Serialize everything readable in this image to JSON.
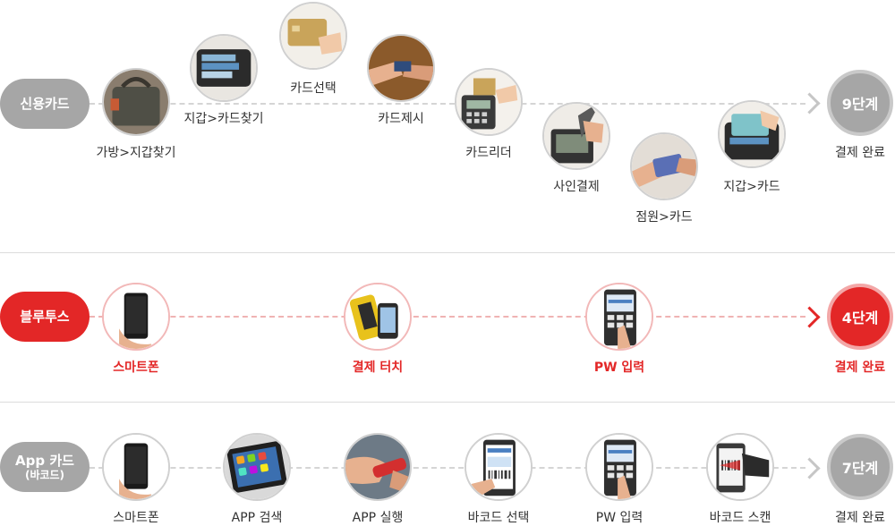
{
  "rows": [
    {
      "pill": "신용카드",
      "steps": [
        "가방>지갑찾기",
        "지갑>카드찾기",
        "카드선택",
        "카드제시",
        "카드리더",
        "사인결제",
        "점원>카드",
        "지갑>카드"
      ],
      "final": "9단계",
      "final_label": "결제 완료"
    },
    {
      "pill": "블루투스",
      "steps": [
        "스마트폰",
        "결제 터치",
        "PW 입력"
      ],
      "final": "4단계",
      "final_label": "결제 완료"
    },
    {
      "pill": "App 카드",
      "pill_sub": "(바코드)",
      "steps": [
        "스마트폰",
        "APP 검색",
        "APP 실행",
        "바코드 선택",
        "PW 입력",
        "바코드 스캔"
      ],
      "final": "7단계",
      "final_label": "결제 완료"
    }
  ],
  "colors": {
    "accent_red": "#e32727",
    "pill_gray": "#a6a6a6",
    "line_gray": "#d5d5d5"
  },
  "icons": {
    "row1": [
      "bag-wallet-photo",
      "wallet-cards-photo",
      "gold-card-photo",
      "card-handover-photo",
      "card-reader-photo",
      "signature-pen-photo",
      "card-clerk-photo",
      "wallet-card-photo"
    ],
    "row2": [
      "smartphone-icon",
      "phone-touch-icon",
      "pw-keypad-icon"
    ],
    "row3": [
      "smartphone-icon",
      "app-search-icon",
      "app-launch-icon",
      "barcode-select-icon",
      "pw-keypad-icon",
      "barcode-scan-icon"
    ]
  }
}
